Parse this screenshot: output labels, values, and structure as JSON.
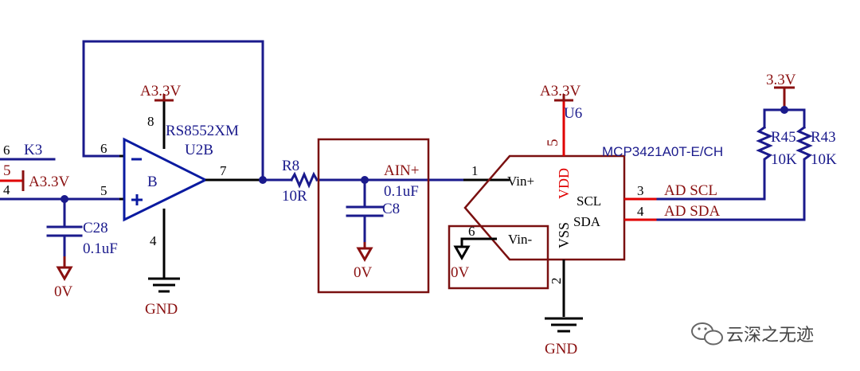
{
  "labels": {
    "a33_u2b": "A3.3V",
    "a33_left": "A3.3V",
    "a33_u6": "A3.3V",
    "v33_pullup": "3.3V",
    "u2b_part": "RS8552XM",
    "u2b_ref": "U2B",
    "u2b_unit": "B",
    "u6_ref": "U6",
    "u6_part": "MCP3421A0T-E/CH",
    "r8_ref": "R8",
    "r8_val": "10R",
    "c8_ref": "C8",
    "c8_val": "0.1uF",
    "ain_net": "AIN+",
    "c28_ref": "C28",
    "c28_val": "0.1uF",
    "r45_ref": "R45",
    "r45_val": "10K",
    "r43_ref": "R43",
    "r43_val": "10K",
    "k3_net": "K3",
    "vin_plus": "Vin+",
    "vin_minus": "Vin-",
    "vdd": "VDD",
    "vss": "VSS",
    "scl": "SCL",
    "sda": "SDA",
    "ad_scl": "AD  SCL",
    "ad_sda": "AD  SDA",
    "gnd_opamp": "GND",
    "gnd_adc": "GND",
    "zero_v_c28": "0V",
    "zero_v_c8": "0V",
    "zero_v_vinm": "0V",
    "watermark": "云深之无迹"
  },
  "pins": {
    "u2b_vcc": "8",
    "u2b_in_neg": "6",
    "u2b_in_pos": "5",
    "u2b_out": "7",
    "u2b_gnd": "4",
    "left_6": "6",
    "left_5": "5",
    "left_4": "4",
    "u6_vin_plus": "1",
    "u6_vdd": "5",
    "u6_vss": "2",
    "u6_vin_minus": "6",
    "u6_scl": "3",
    "u6_sda": "4"
  },
  "icons": {
    "watermark_icon": "wechat-icon"
  }
}
